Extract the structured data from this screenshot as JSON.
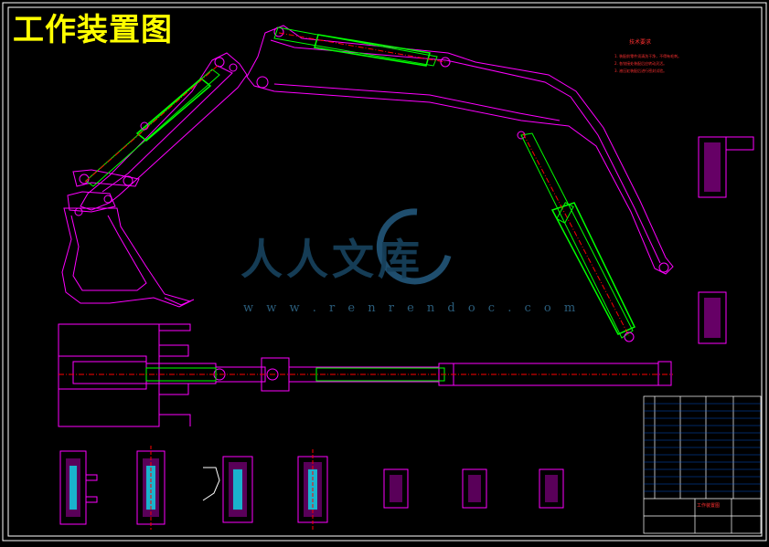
{
  "drawing": {
    "title": "工作装置图",
    "watermark": {
      "text": "人人文库",
      "url": "w w w . r e n r e n d o c . c o m"
    },
    "colors": {
      "background": "#000000",
      "border": "#ffffff",
      "outline": "#ff00ff",
      "cylinder": "#00ff00",
      "centerline": "#ff0000",
      "title": "#ffff00",
      "section_fill": "#00ffff",
      "watermark": "#1f4e6e"
    },
    "tech_notes": {
      "heading": "技术要求",
      "items": [
        "1. 装配前零件须清洗干净，不得有毛刺。",
        "2. 各铰接处装配后应转动灵活。",
        "3. 液压缸装配后进行密封试验。"
      ]
    },
    "title_block": {
      "drawing_name": "工作装置图"
    }
  }
}
